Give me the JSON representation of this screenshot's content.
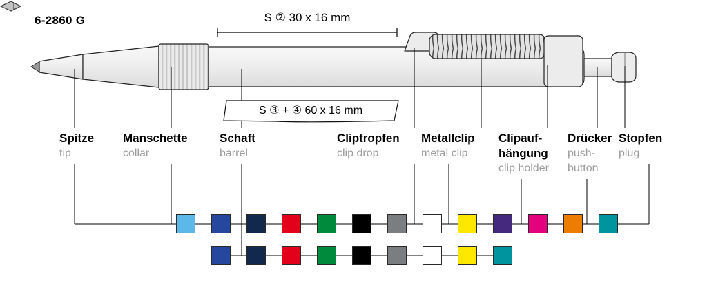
{
  "header": {
    "model_code": "6-2860 G",
    "model_icon": "pen-shape-icon"
  },
  "dimensions": {
    "print_area_top": "S ② 30 x 16 mm",
    "print_area_banner": "S ③ + ④ 60 x 16 mm"
  },
  "parts": {
    "spitze": {
      "de": "Spitze",
      "en": "tip"
    },
    "manschette": {
      "de": "Manschette",
      "en": "collar"
    },
    "schaft": {
      "de": "Schaft",
      "en": "barrel"
    },
    "cliptropfen": {
      "de": "Cliptropfen",
      "en": "clip drop"
    },
    "metallclip": {
      "de": "Metallclip",
      "en": "metal clip"
    },
    "clipaufhaengung": {
      "de_line1": "Clipauf-",
      "de_line2": "hängung",
      "en": "clip holder"
    },
    "druecker": {
      "de": "Drücker",
      "en_line1": "push-",
      "en_line2": "button"
    },
    "stopfen": {
      "de": "Stopfen",
      "en": "plug"
    }
  },
  "color_chart": {
    "row1": [
      {
        "name": "light-blue",
        "hex": "#5BB8E8"
      },
      {
        "name": "blue",
        "hex": "#26479E"
      },
      {
        "name": "dark-blue",
        "hex": "#12284C"
      },
      {
        "name": "red",
        "hex": "#E2001A"
      },
      {
        "name": "green",
        "hex": "#008A3C"
      },
      {
        "name": "black",
        "hex": "#000000"
      },
      {
        "name": "gray",
        "hex": "#7B7E81"
      },
      {
        "name": "white",
        "hex": "#FFFFFF"
      },
      {
        "name": "yellow",
        "hex": "#FFE800"
      },
      {
        "name": "violet",
        "hex": "#44297E"
      },
      {
        "name": "magenta",
        "hex": "#E5007D"
      },
      {
        "name": "orange",
        "hex": "#EE7C00"
      },
      {
        "name": "teal",
        "hex": "#00949E"
      }
    ],
    "row2": [
      {
        "name": "blue",
        "hex": "#26479E"
      },
      {
        "name": "dark-blue",
        "hex": "#12284C"
      },
      {
        "name": "red",
        "hex": "#E2001A"
      },
      {
        "name": "green",
        "hex": "#008A3C"
      },
      {
        "name": "black",
        "hex": "#000000"
      },
      {
        "name": "gray",
        "hex": "#7B7E81"
      },
      {
        "name": "white",
        "hex": "#FFFFFF"
      },
      {
        "name": "yellow",
        "hex": "#FFE800"
      },
      {
        "name": "teal",
        "hex": "#00949E"
      }
    ]
  },
  "colors": {
    "line": "#000000",
    "label_de": "#000000",
    "label_en": "#9c9c9c",
    "pen_body": "#ececec"
  }
}
